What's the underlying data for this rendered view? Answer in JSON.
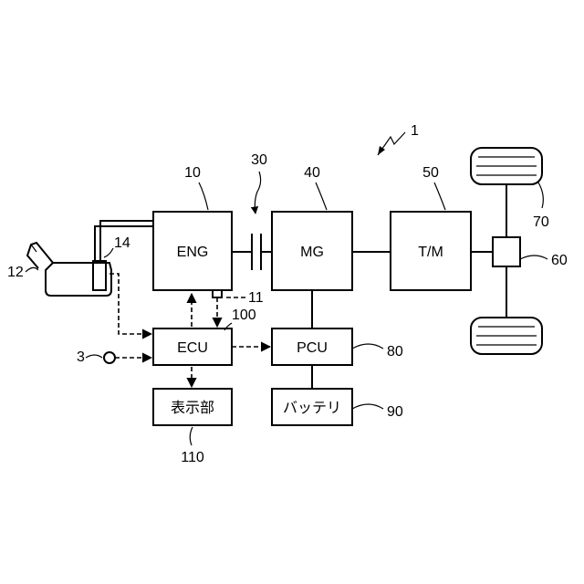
{
  "blocks": {
    "eng": "ENG",
    "mg": "MG",
    "tm": "T/M",
    "ecu": "ECU",
    "pcu": "PCU",
    "display": "表示部",
    "battery": "バッテリ"
  },
  "refs": {
    "system": "1",
    "switch": "3",
    "engine": "10",
    "sensor": "11",
    "tank": "12",
    "fuel_pump": "14",
    "clutch": "30",
    "mg": "40",
    "tm": "50",
    "differential": "60",
    "wheels": "70",
    "pcu": "80",
    "battery": "90",
    "ecu": "100",
    "display": "110"
  }
}
